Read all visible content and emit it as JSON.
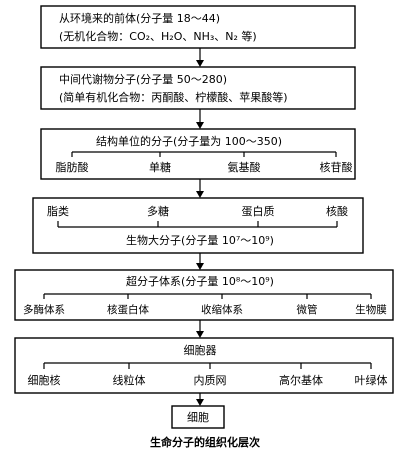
{
  "level1": {
    "line1": "从环境来的前体(分子量 18～44)",
    "line2": "(无机化合物：CO₂、H₂O、NH₃、N₂ 等)"
  },
  "level2": {
    "line1": "中间代谢物分子(分子量 50～280)",
    "line2": "(简单有机化合物：丙酮酸、柠檬酸、苹果酸等)"
  },
  "level3": {
    "title": "结构单位的分子(分子量为 100～350)",
    "items": [
      "脂肪酸",
      "单糖",
      "氨基酸",
      "核苷酸"
    ]
  },
  "level4": {
    "items": [
      "脂类",
      "多糖",
      "蛋白质",
      "核酸"
    ],
    "title": "生物大分子(分子量 10⁷～10⁹)"
  },
  "level5": {
    "title": "超分子体系(分子量 10⁸～10⁹)",
    "items": [
      "多酶体系",
      "核蛋白体",
      "收缩体系",
      "微管",
      "生物膜"
    ]
  },
  "level6": {
    "title": "细胞器",
    "items": [
      "细胞核",
      "线粒体",
      "内质网",
      "高尔基体",
      "叶绿体"
    ]
  },
  "level7": {
    "title": "细胞"
  },
  "caption": "生命分子的组织化层次"
}
